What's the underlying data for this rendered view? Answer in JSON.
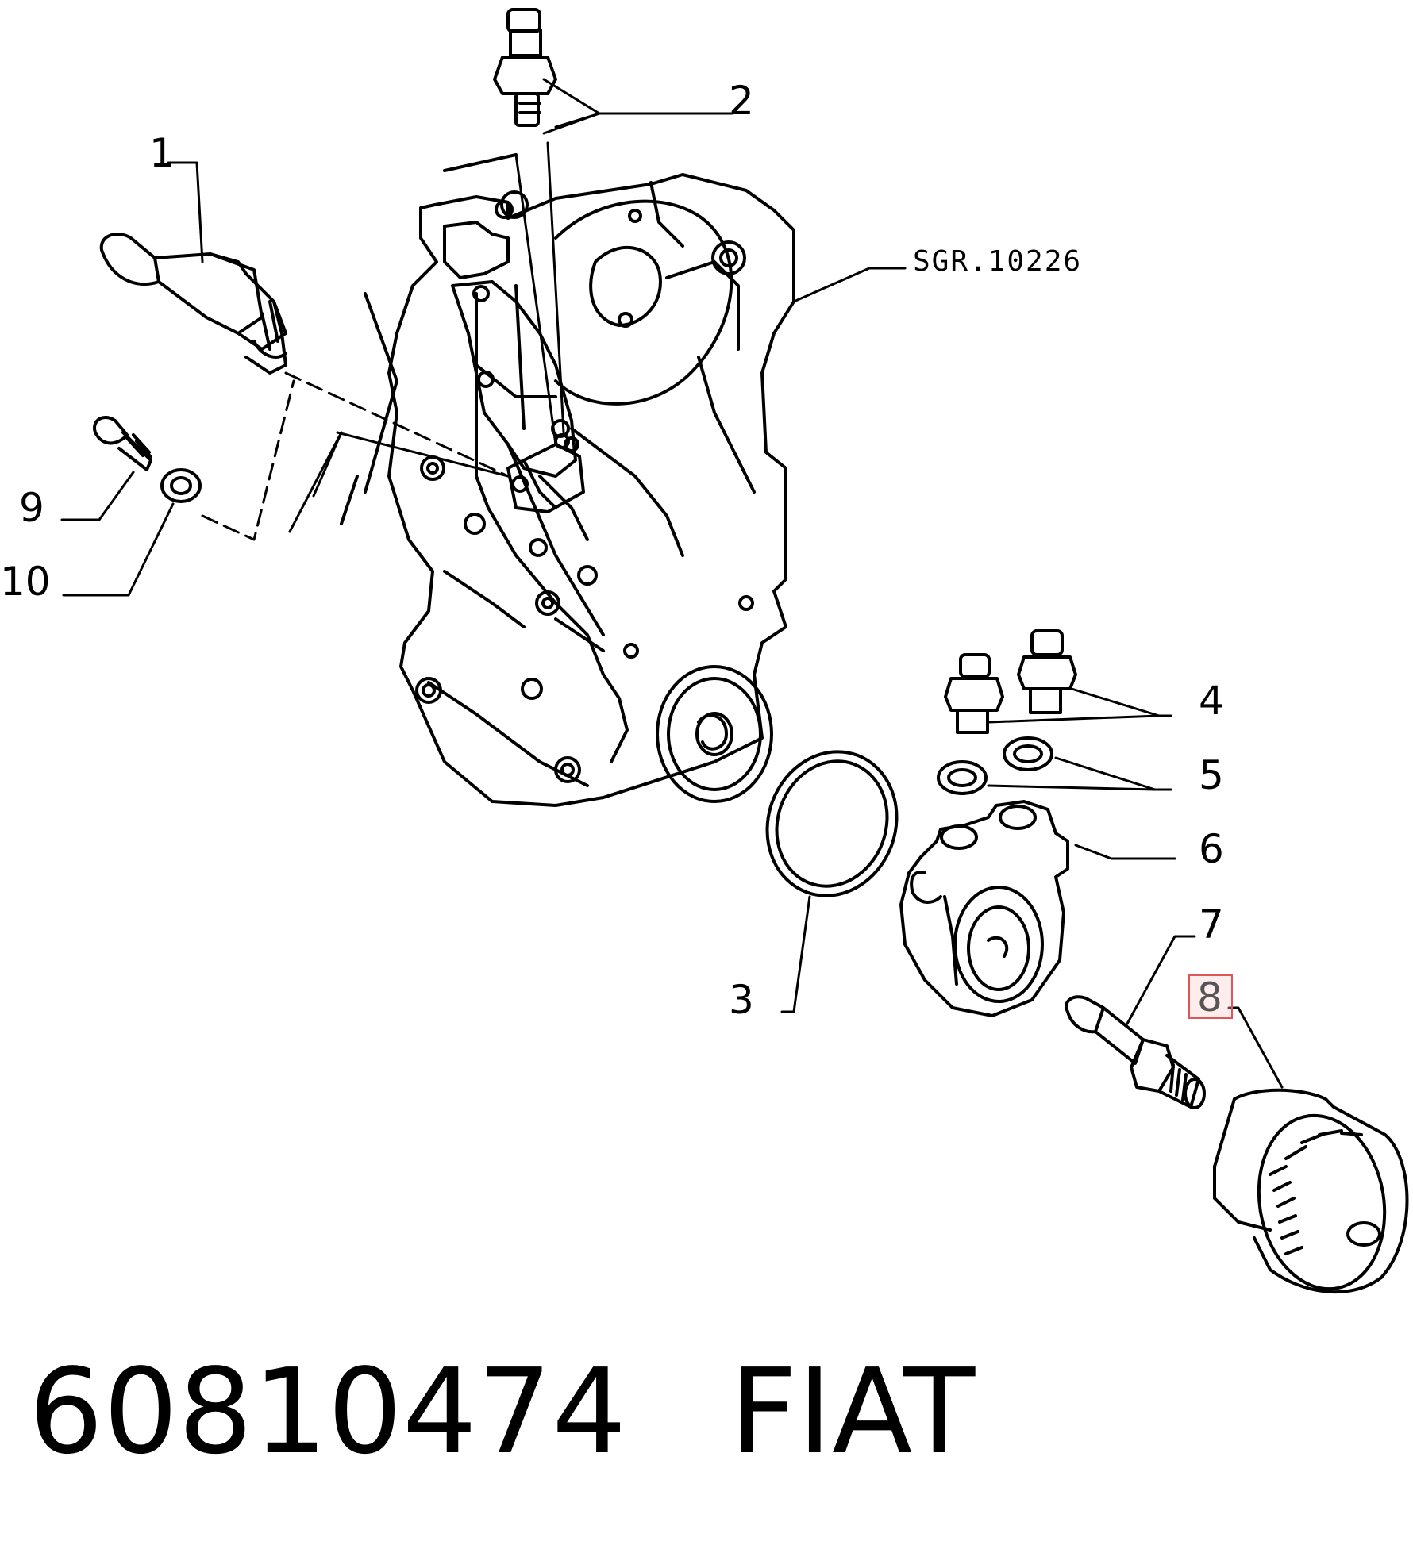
{
  "diagram": {
    "reference_code": "SGR.10226",
    "callouts": [
      {
        "id": "1",
        "label": "1"
      },
      {
        "id": "2",
        "label": "2"
      },
      {
        "id": "3",
        "label": "3"
      },
      {
        "id": "4",
        "label": "4"
      },
      {
        "id": "5",
        "label": "5"
      },
      {
        "id": "6",
        "label": "6"
      },
      {
        "id": "7",
        "label": "7"
      },
      {
        "id": "8",
        "label": "8",
        "highlighted": true
      },
      {
        "id": "9",
        "label": "9"
      },
      {
        "id": "10",
        "label": "10"
      }
    ],
    "highlight_color": "#e05555"
  },
  "caption": {
    "part_number": "60810474",
    "brand": "FIAT"
  }
}
